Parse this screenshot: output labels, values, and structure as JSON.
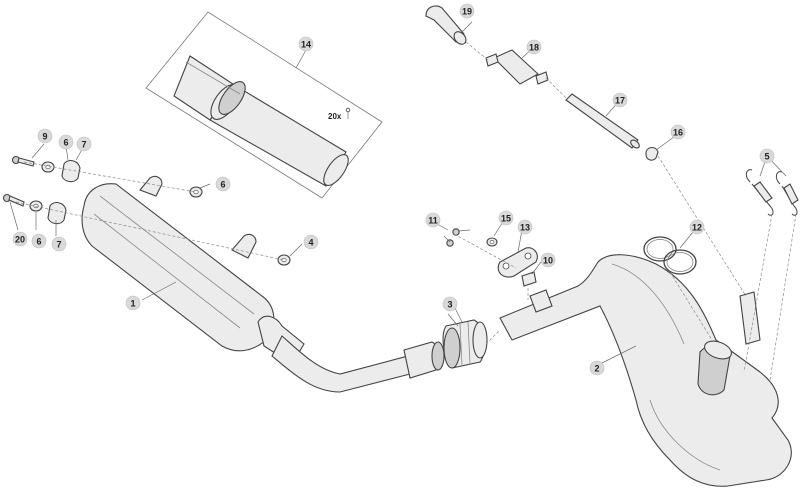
{
  "callouts": [
    {
      "label": "1"
    },
    {
      "label": "2"
    },
    {
      "label": "3"
    },
    {
      "label": "4"
    },
    {
      "label": "5"
    },
    {
      "label": "6"
    },
    {
      "label": "6"
    },
    {
      "label": "6"
    },
    {
      "label": "7"
    },
    {
      "label": "7"
    },
    {
      "label": "9"
    },
    {
      "label": "10"
    },
    {
      "label": "11"
    },
    {
      "label": "12"
    },
    {
      "label": "13"
    },
    {
      "label": "14"
    },
    {
      "label": "15"
    },
    {
      "label": "16"
    },
    {
      "label": "17"
    },
    {
      "label": "18"
    },
    {
      "label": "19"
    },
    {
      "label": "20"
    }
  ],
  "kit_note": "20x"
}
